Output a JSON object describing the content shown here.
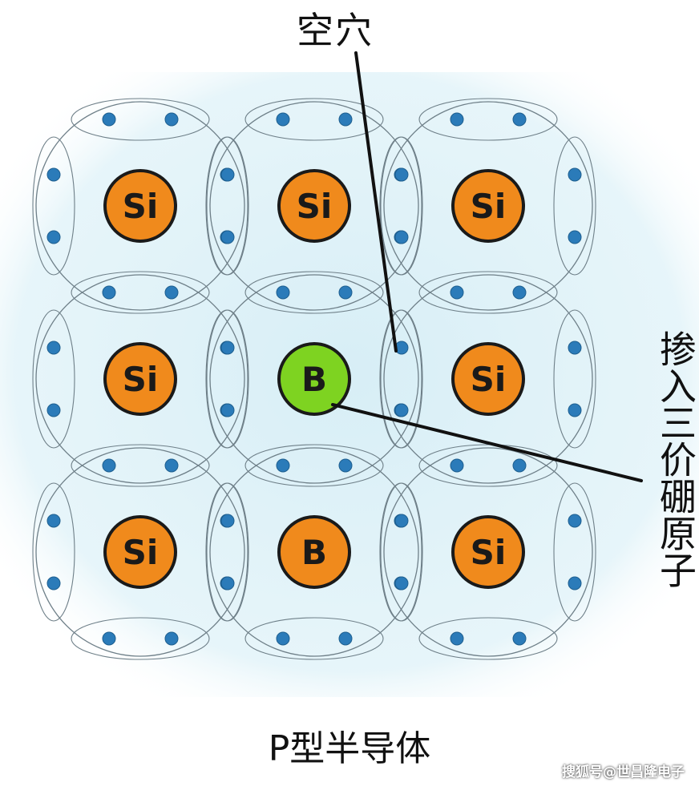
{
  "labels": {
    "hole": "空穴",
    "dopant": "掺入三价硼原子",
    "caption": "P型半导体",
    "watermark": "搜狐号@世昌隆电子"
  },
  "atoms": [
    [
      "Si",
      "Si",
      "Si"
    ],
    [
      "Si",
      "B",
      "Si"
    ],
    [
      "Si",
      "B",
      "Si"
    ]
  ],
  "highlighted_atom": {
    "row": 1,
    "col": 1
  },
  "colors": {
    "silicon_fill": "#F08A1C",
    "dopant_fill": "#F08A1C",
    "highlight_fill": "#7ED321",
    "electron": "#2B7BB9",
    "background_tint": "#DDF1F7",
    "shell_stroke": "#6E7F88"
  }
}
